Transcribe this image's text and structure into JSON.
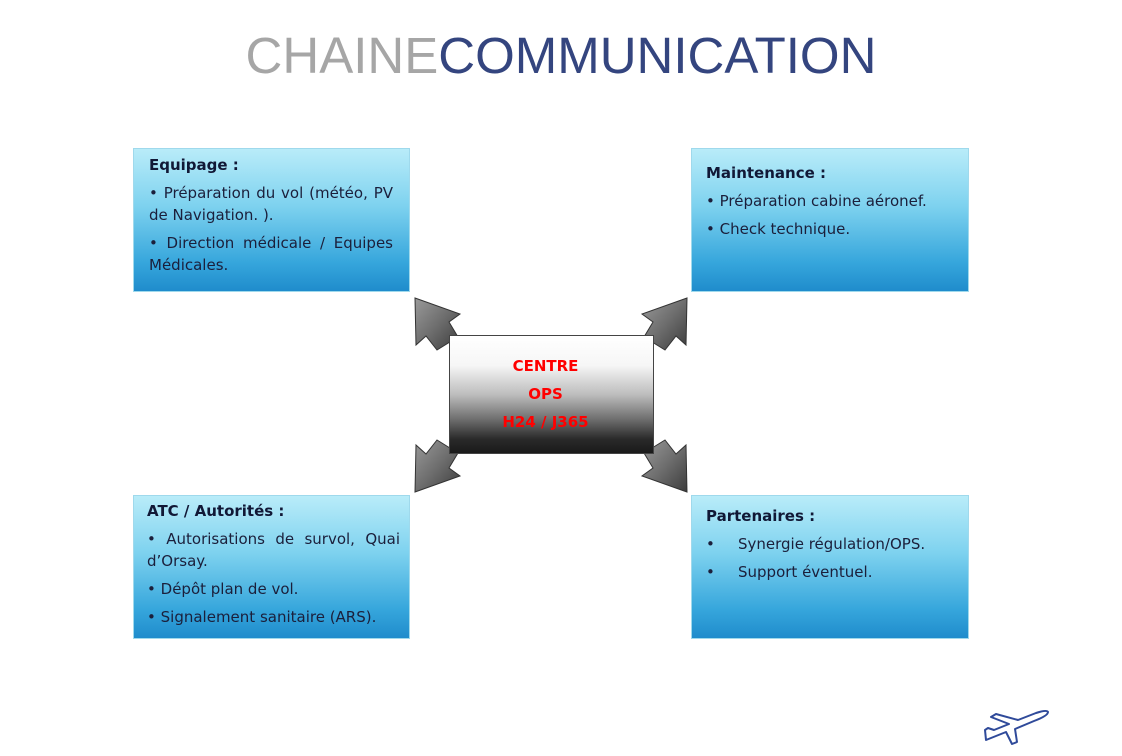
{
  "title": {
    "part1": "CHAINE",
    "part2": "COMMUNICATION"
  },
  "center": {
    "line1": "CENTRE",
    "line2": "OPS",
    "line3": "H24 / J365"
  },
  "boxes": {
    "equipage": {
      "heading": "Equipage :",
      "items": [
        "Préparation du vol (météo, PV de Navigation. ).",
        "Direction médicale / Equipes Médicales."
      ]
    },
    "maintenance": {
      "heading": "Maintenance :",
      "items": [
        "Préparation cabine aéronef.",
        "Check technique."
      ]
    },
    "atc": {
      "heading": "ATC / Autorités :",
      "items": [
        "Autorisations de survol, Quai d’Orsay.",
        "Dépôt plan de vol.",
        "Signalement sanitaire (ARS)."
      ]
    },
    "partenaires": {
      "heading": "Partenaires :",
      "items": [
        "Synergie régulation/OPS.",
        "Support éventuel."
      ]
    }
  },
  "bullet": "•",
  "colors": {
    "title_grey": "#a6a6a6",
    "title_blue": "#34457f",
    "center_text": "#ff0000",
    "box_top": "#b9ecf9",
    "box_bottom": "#1f8ccc"
  },
  "icons": {
    "corner": "airplane-icon"
  }
}
